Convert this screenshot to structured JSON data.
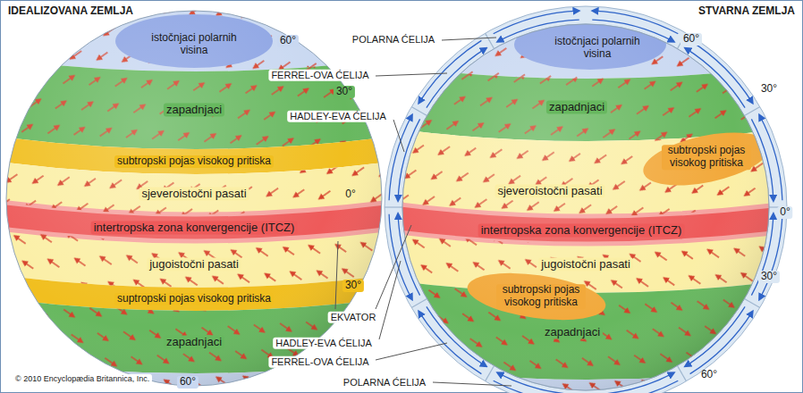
{
  "diagram": {
    "labels": [
      "IDEALIZOVANA ZEMLJA",
      "STVARNA ZEMLJA",
      "istočnjaci polarnih visina",
      "60°",
      "zapadnjaci",
      "30°",
      "subtropski pojas visokog pritiska",
      "sjeveroistočni pasati",
      "0°",
      "intertropska zona konvergencije (ITCZ)",
      "jugoistočni pasati",
      "30°",
      "suptropski pojas visokog pritiska",
      "zapadnjaci",
      "60°",
      "© 2010 Encyclopædia Britannica, Inc.",
      "POLARNA ĆELIJA",
      "FERREL-OVA ĆELIJA",
      "HADLEY-EVA ĆELIJA",
      "EKVATOR",
      "HADLEY-EVA ĆELIJA",
      "FERREL-OVA ĆELIJA",
      "POLARNA ĆELIJA",
      "60°",
      "istočnjaci polarnih visina",
      "zapadnjaci",
      "30°",
      "subtropski pojas visokog pritiska",
      "0°",
      "sjeveroistočni pasati",
      "intertropska zona konvergencije (ITCZ)",
      "jugoistočni pasati",
      "subtropski pojas visokog pritiska",
      "30°",
      "zapadnjaci",
      "60°"
    ]
  }
}
